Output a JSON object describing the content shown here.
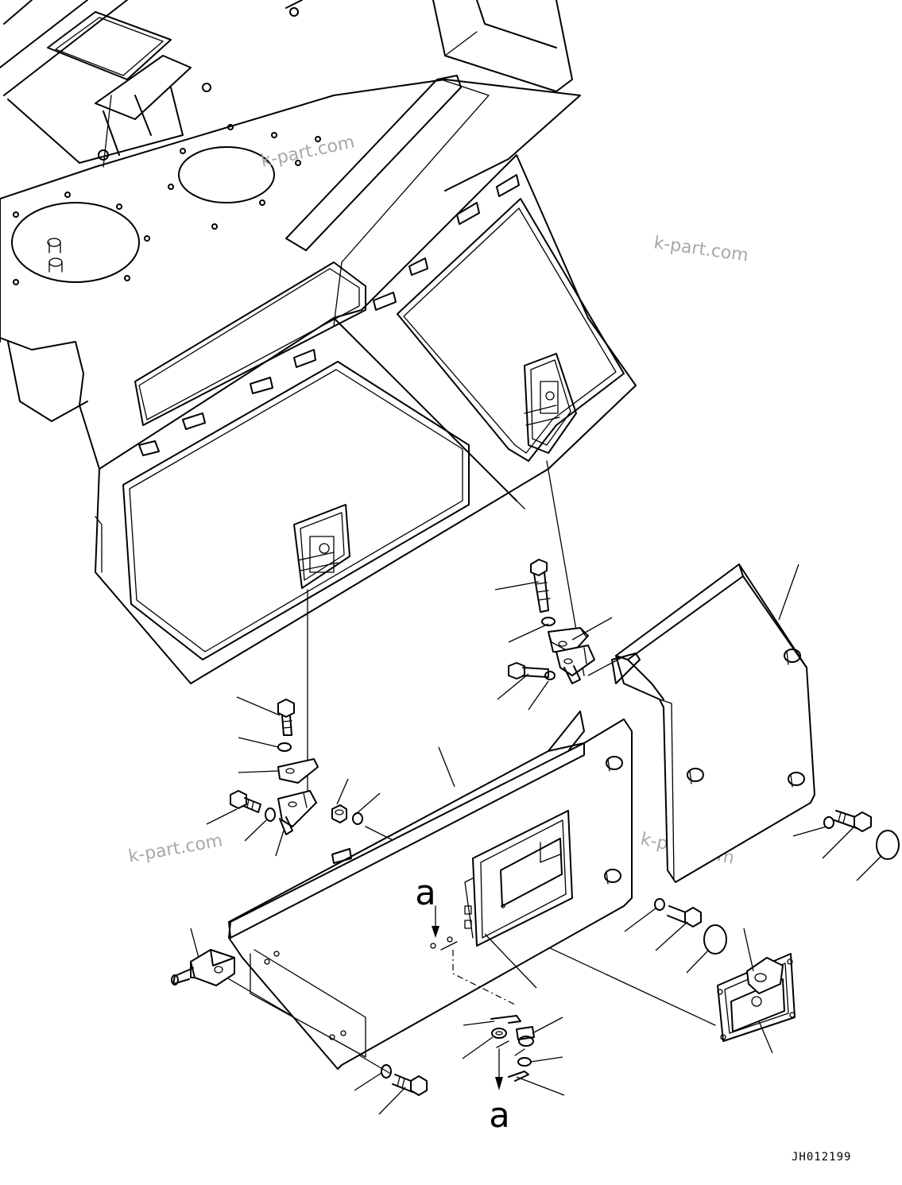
{
  "watermark": "k-part.com",
  "callout_a": "a",
  "drawing_code": "JH012199"
}
